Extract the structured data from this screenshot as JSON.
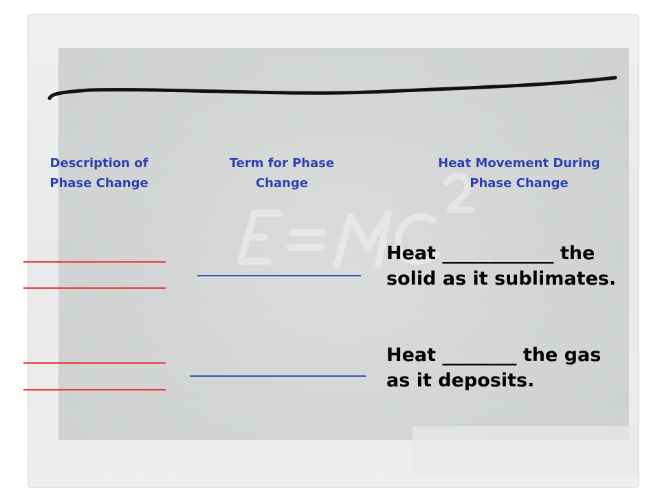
{
  "headers": {
    "description_line1": "Description of",
    "description_line2": "Phase Change",
    "term_line1": "Term for Phase",
    "term_line2": "Change",
    "heat_line1": "Heat Movement During",
    "heat_line2": "Phase Change"
  },
  "rows": [
    {
      "heat_line1": "Heat ____________ the",
      "heat_line2": "solid as it sublimates."
    },
    {
      "heat_line1": "Heat ________ the gas",
      "heat_line2": "as it deposits."
    }
  ],
  "colors": {
    "header": "#2e3fb4",
    "description_blank": "#e0393e",
    "term_blank": "#3b4db8",
    "body_text": "#000000"
  }
}
